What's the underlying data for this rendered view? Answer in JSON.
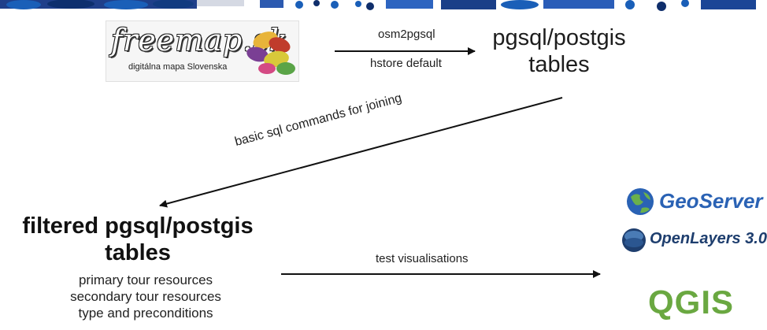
{
  "freemap_logo": {
    "title": "freemap.sk",
    "subtitle": "digitálna mapa Slovenska"
  },
  "step1": {
    "label_top": "osm2pgsql",
    "label_bottom": "hstore default"
  },
  "target1": {
    "line1": "pgsql/postgis",
    "line2": "tables"
  },
  "step2": {
    "label": "basic sql commands for joining"
  },
  "target2": {
    "line1": "filtered pgsql/postgis",
    "line2": "tables",
    "items": [
      "primary tour resources",
      "secondary tour resources",
      "type and preconditions"
    ]
  },
  "step3": {
    "label": "test visualisations"
  },
  "tools": {
    "geoserver": "GeoServer",
    "openlayers": "OpenLayers 3.0",
    "qgis": "QGIS"
  },
  "colors": {
    "geoserver": "#2a62b4",
    "openlayers": "#1e3e6e",
    "qgis": "#6aa841",
    "arrow": "#111111"
  }
}
